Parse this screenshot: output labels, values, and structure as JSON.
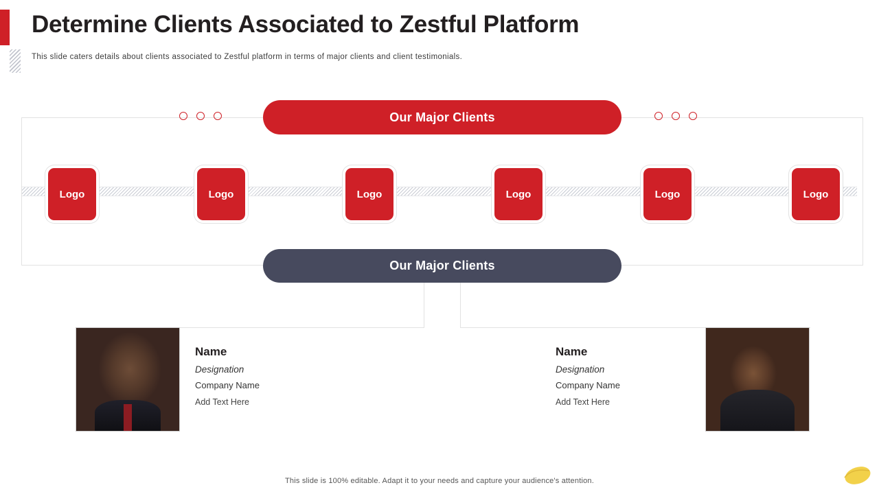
{
  "slide": {
    "title": "Determine Clients Associated to Zestful Platform",
    "subtitle": "This slide caters details about clients associated to Zestful platform in terms of major clients and client testimonials.",
    "footer": "This slide is 100% editable. Adapt it to your needs and capture your audience's attention."
  },
  "colors": {
    "accent_red": "#cf2027",
    "dark_slate": "#474a5e",
    "border_gray": "#e2e2e2"
  },
  "major_clients": {
    "header_label": "Our Major Clients",
    "logos": [
      {
        "label": "Logo"
      },
      {
        "label": "Logo"
      },
      {
        "label": "Logo"
      },
      {
        "label": "Logo"
      },
      {
        "label": "Logo"
      },
      {
        "label": "Logo"
      }
    ]
  },
  "testimonials": {
    "header_label": "Our Major Clients",
    "items": [
      {
        "name": "Name",
        "designation": "Designation",
        "company": "Company Name",
        "add_text": "Add Text Here",
        "photo_alt": "man-portrait-photo"
      },
      {
        "name": "Name",
        "designation": "Designation",
        "company": "Company Name",
        "add_text": "Add Text Here",
        "photo_alt": "woman-portrait-photo"
      }
    ]
  }
}
